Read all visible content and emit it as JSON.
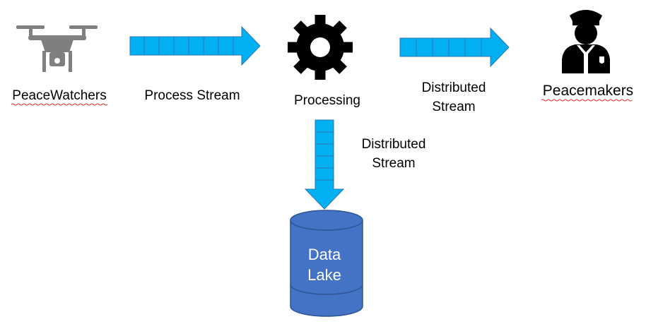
{
  "nodes": {
    "source": {
      "label": "PeaceWatchers",
      "icon": "drone-icon"
    },
    "processor": {
      "label": "Processing",
      "icon": "gear-icon"
    },
    "sink": {
      "label": "Peacemakers",
      "icon": "police-officer-icon"
    },
    "storage": {
      "line1": "Data",
      "line2": "Lake",
      "icon": "database-cylinder-icon"
    }
  },
  "edges": {
    "process_stream": {
      "label": "Process Stream"
    },
    "to_peacemakers": {
      "line1": "Distributed",
      "line2": "Stream"
    },
    "to_lake": {
      "line1": "Distributed",
      "line2": "Stream"
    }
  },
  "colors": {
    "arrow_fill": "#00b0f0",
    "arrow_stroke": "#2e75b6",
    "cylinder_fill": "#4472c4",
    "cylinder_stroke": "#2f5597",
    "drone": "#7f7f7f",
    "icon_dark": "#000000",
    "spellcheck": "#e03131"
  }
}
